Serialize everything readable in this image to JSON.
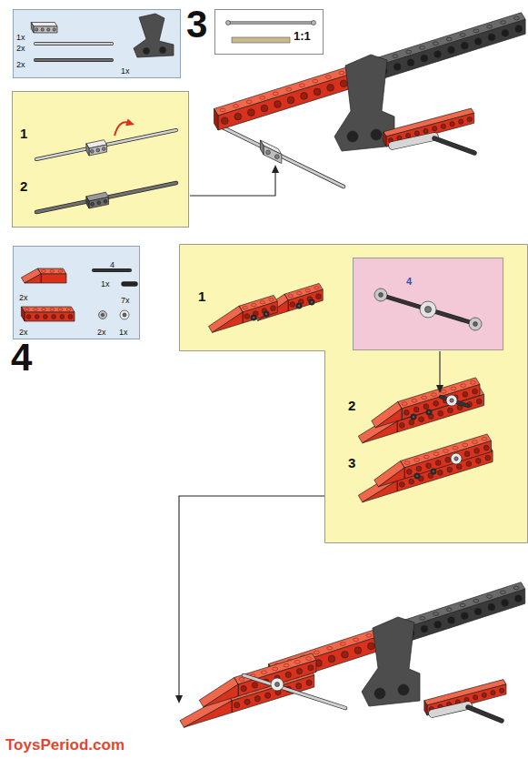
{
  "diagram": {
    "nodes": [
      {
        "text": [
          "1x",
          "2x",
          "2x",
          "1x"
        ]
      },
      {
        "text": [
          "1:1"
        ]
      },
      {
        "text": [
          "1",
          "2"
        ]
      },
      {
        "text": [
          "2x",
          "4",
          "1x",
          "7x",
          "2x",
          "2x",
          "1x"
        ]
      },
      {
        "text": [
          "1",
          "2",
          "3"
        ]
      },
      {
        "text": [
          "4"
        ],
        "in": 4
      }
    ],
    "labels": [
      "3",
      "4",
      "ToysPeriod.com"
    ]
  }
}
